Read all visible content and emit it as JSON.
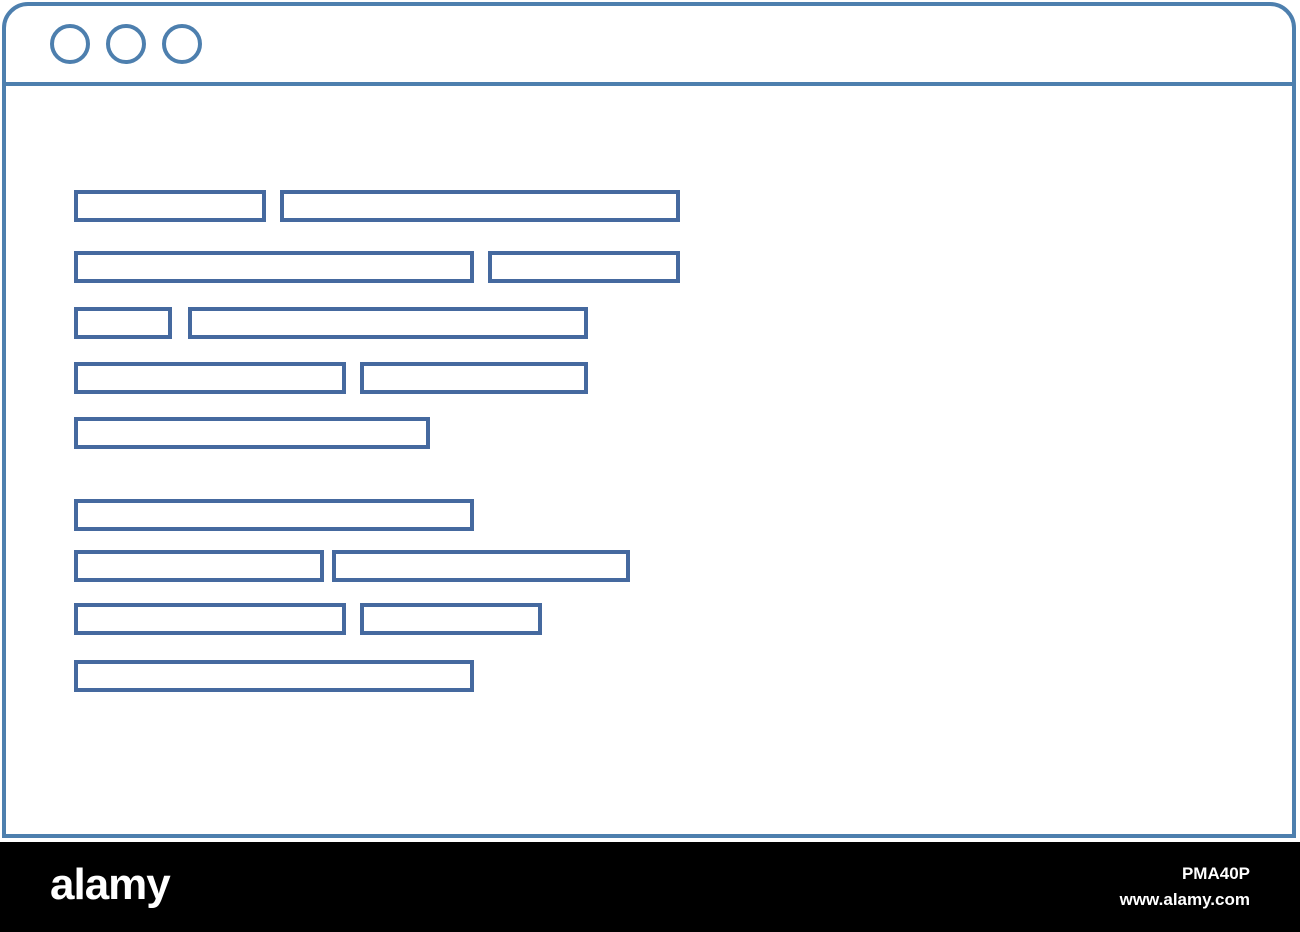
{
  "window": {
    "controls": [
      "window-button-1",
      "window-button-2",
      "window-button-3"
    ],
    "accent_color": "#4d7fae",
    "line_color": "#45699f"
  },
  "placeholder_lines": [
    {
      "group": 1,
      "row": 1,
      "segments": 2
    },
    {
      "group": 1,
      "row": 2,
      "segments": 2
    },
    {
      "group": 1,
      "row": 3,
      "segments": 2
    },
    {
      "group": 1,
      "row": 4,
      "segments": 2
    },
    {
      "group": 1,
      "row": 5,
      "segments": 1
    },
    {
      "group": 2,
      "row": 1,
      "segments": 1
    },
    {
      "group": 2,
      "row": 2,
      "segments": 2
    },
    {
      "group": 2,
      "row": 3,
      "segments": 2
    },
    {
      "group": 2,
      "row": 4,
      "segments": 1
    }
  ],
  "footer": {
    "brand": "alamy",
    "image_id": "PMA40P",
    "website": "www.alamy.com"
  }
}
